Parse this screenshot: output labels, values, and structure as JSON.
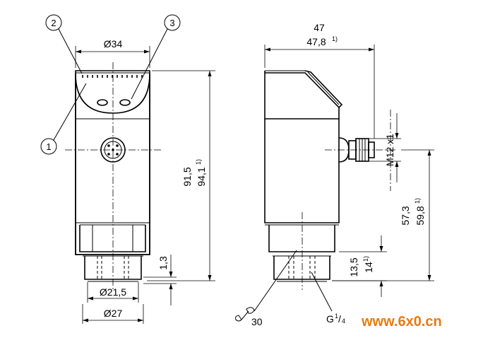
{
  "callouts": [
    "1",
    "2",
    "3"
  ],
  "front": {
    "dia_top": "Ø34",
    "dia_thread": "Ø21,5",
    "dia_flange": "Ø27",
    "height_main": "91,5",
    "height_alt": "94,1",
    "thread_dim": "1,3"
  },
  "side": {
    "width_main": "47",
    "width_alt": "47,8",
    "connector": "M12 x1",
    "height_main": "57,3",
    "height_alt": "59,8",
    "thread_main": "13,5",
    "thread_alt": "14",
    "wrench": "30",
    "thread": "G",
    "thread_frac_num": "1",
    "thread_frac_den": "4"
  },
  "footnote": "1)",
  "watermark": "www.6x0.cn"
}
